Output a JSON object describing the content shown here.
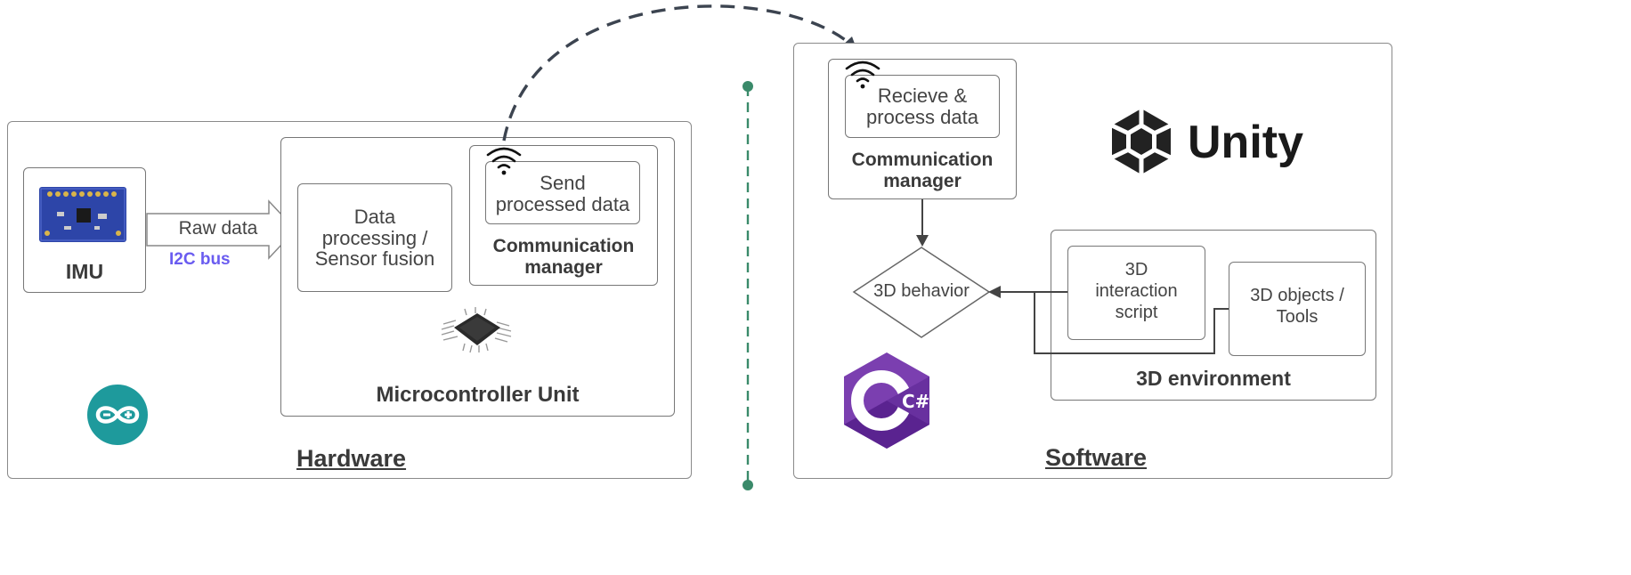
{
  "hardware": {
    "title": "Hardware",
    "imu": {
      "label": "IMU"
    },
    "arrow": {
      "label": "Raw data",
      "bus": "I2C bus",
      "bus_color": "#6a5cf0"
    },
    "data_processing": {
      "line1": "Data",
      "line2": "processing /",
      "line3": "Sensor fusion"
    },
    "comm": {
      "send_line1": "Send",
      "send_line2": "processed data",
      "title_line1": "Communication",
      "title_line2": "manager"
    },
    "mcu": {
      "label": "Microcontroller Unit"
    }
  },
  "software": {
    "title": "Software",
    "comm": {
      "recv_line1": "Recieve &",
      "recv_line2": "process data",
      "title_line1": "Communication",
      "title_line2": "manager"
    },
    "unity": {
      "label": "Unity"
    },
    "behavior": {
      "label": "3D behavior"
    },
    "environment": {
      "title": "3D environment",
      "script": {
        "line1": "3D",
        "line2": "interaction",
        "line3": "script"
      },
      "objects": {
        "line1": "3D objects /",
        "line2": "Tools"
      }
    },
    "csharp": {
      "label": "C#"
    }
  },
  "colors": {
    "divider": "#3a8a6a",
    "wireless_arc": "#3c4450",
    "arduino": "#1e9a9c",
    "csharp_outer": "#7b3fb0",
    "csharp_inner": "#5a2390",
    "imu_board": "#2d45a8"
  }
}
